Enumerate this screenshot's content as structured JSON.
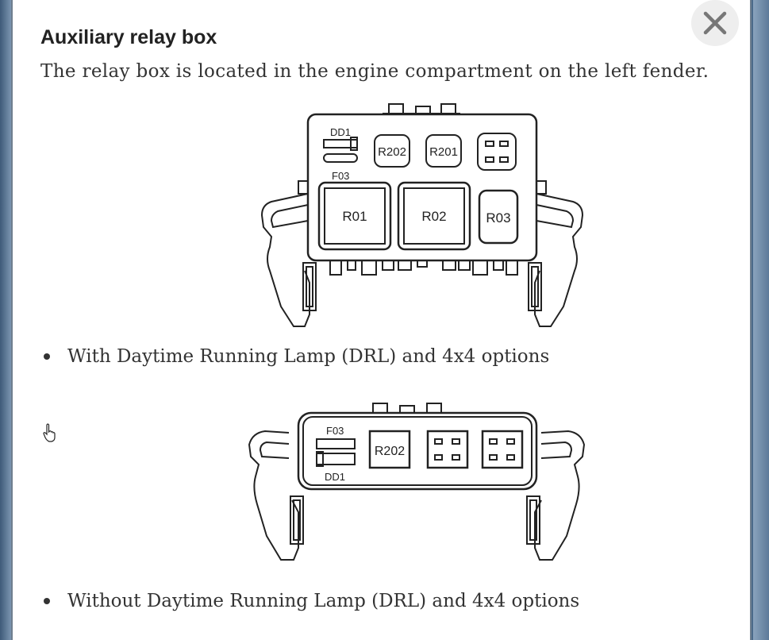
{
  "dialog": {
    "title": "Auxiliary relay box",
    "description": "The relay box is located in the engine compartment on the left fender.",
    "close_icon": "close-icon"
  },
  "figure1": {
    "labels": {
      "dd1": "DD1",
      "f03": "F03",
      "r202": "R202",
      "r201": "R201",
      "r01": "R01",
      "r02": "R02",
      "r03": "R03"
    },
    "caption": "With Daytime Running Lamp (DRL) and 4x4 options"
  },
  "figure2": {
    "labels": {
      "f03": "F03",
      "dd1": "DD1",
      "r202": "R202"
    },
    "caption": "Without Daytime Running Lamp (DRL) and 4x4 options"
  }
}
